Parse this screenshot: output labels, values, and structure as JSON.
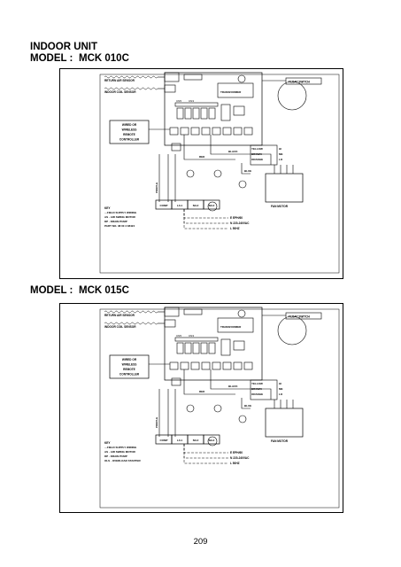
{
  "section_title": "INDOOR UNIT",
  "diagrams": [
    {
      "model_prefix": "MODEL :",
      "model": "MCK 010C",
      "labels": {
        "return_air": "RETURN AIR SENSOR",
        "coil_sensor": "INDOOR COIL SENSOR",
        "float_switch": "FLOAT SWITCH",
        "transformer": "TRANSFORMER",
        "remote": [
          "WIRED OR",
          "WIRELESS",
          "REMOTE",
          "CONTROLLER"
        ],
        "fan_motor": "FAN MOTOR",
        "comp": "COMP",
        "lo": "L/L1",
        "l2": "N/L2",
        "red": "RED",
        "black": "BLACK",
        "blue": "BLUE",
        "yellow": "YELLOW",
        "brown": "BROWN",
        "orange": "ORANGE",
        "purple": "PURPLE",
        "key": "KEY",
        "key_lines": [
          "---FIELD SUPPLY WIRING",
          "AS - AIR SWING MOTOR",
          "DP - DRAIN PUMP",
          "PART NO. 38 00 4 08424"
        ],
        "supply": [
          "E  EPH/60",
          "N  220-240VAC",
          "L  50HZ"
        ],
        "hi": "HI",
        "me": "ME",
        "lo_speed": "LO"
      }
    },
    {
      "model_prefix": "MODEL :",
      "model": "MCK 015C",
      "labels": {
        "return_air": "RETURN AIR SENSOR",
        "coil_sensor": "INDOOR COIL SENSOR",
        "float_switch": "FLOAT SWITCH",
        "transformer": "TRANSFORMER",
        "remote": [
          "WIRED OR",
          "WIRELESS",
          "REMOTE",
          "CONTROLLER"
        ],
        "fan_motor": "FAN MOTOR",
        "comp": "COMP",
        "lo": "L/L1",
        "l2": "N/L2",
        "red": "RED",
        "black": "BLACK",
        "blue": "BLUE",
        "yellow": "YELLOW",
        "brown": "BROWN",
        "orange": "ORANGE",
        "purple": "PURPLE",
        "key": "KEY",
        "key_lines": [
          "---FIELD SUPPLY WIRING",
          "AS - AIR SWING MOTOR",
          "DP - DRAIN PUMP",
          "OLS - OVERLOAD STARTER"
        ],
        "supply": [
          "E  EPH/60",
          "N  220-240VAC",
          "L  50HZ"
        ],
        "hi": "HI",
        "me": "ME",
        "lo_speed": "LO"
      }
    }
  ],
  "page_number": "209"
}
